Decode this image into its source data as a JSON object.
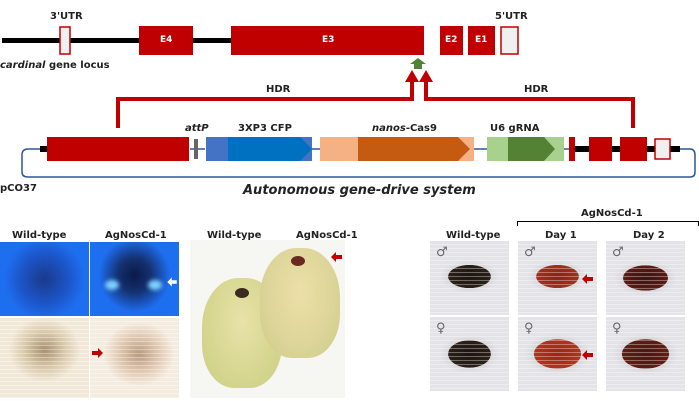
{
  "locus": {
    "utr3_label": "3'UTR",
    "utr5_label": "5'UTR",
    "exons": [
      "E4",
      "E3",
      "E2",
      "E1"
    ],
    "locus_label_italic": "cardinal",
    "locus_label_rest": " gene locus"
  },
  "construct": {
    "hdr_left": "HDR",
    "hdr_right": "HDR",
    "attp_label": "attP",
    "cfp_label": "3XP3 CFP",
    "cas9_label_italic": "nanos",
    "cas9_label_rest": "-Cas9",
    "grna_label": "U6 gRNA",
    "plasmid_label": "pCO37",
    "system_title": "Autonomous gene-drive system"
  },
  "panels": {
    "larvae": {
      "col1": "Wild-type",
      "col2": "AgNosCd-1"
    },
    "pupae": {
      "col1": "Wild-type",
      "col2": "AgNosCd-1"
    },
    "adults": {
      "group_label": "AgNosCd-1",
      "col1": "Wild-type",
      "col2": "Day 1",
      "col3": "Day 2",
      "male_symbol": "♂",
      "female_symbol": "♀"
    }
  },
  "colors": {
    "exon_red": "#c00000",
    "cfp_light": "#4472c4",
    "cfp_dark": "#0070c0",
    "cas9_light": "#f4b183",
    "cas9_dark": "#c55a11",
    "grna_light": "#a9d18e",
    "grna_dark": "#548235",
    "backbone_blue": "#2f5597",
    "cut_arrow_green": "#548235"
  }
}
